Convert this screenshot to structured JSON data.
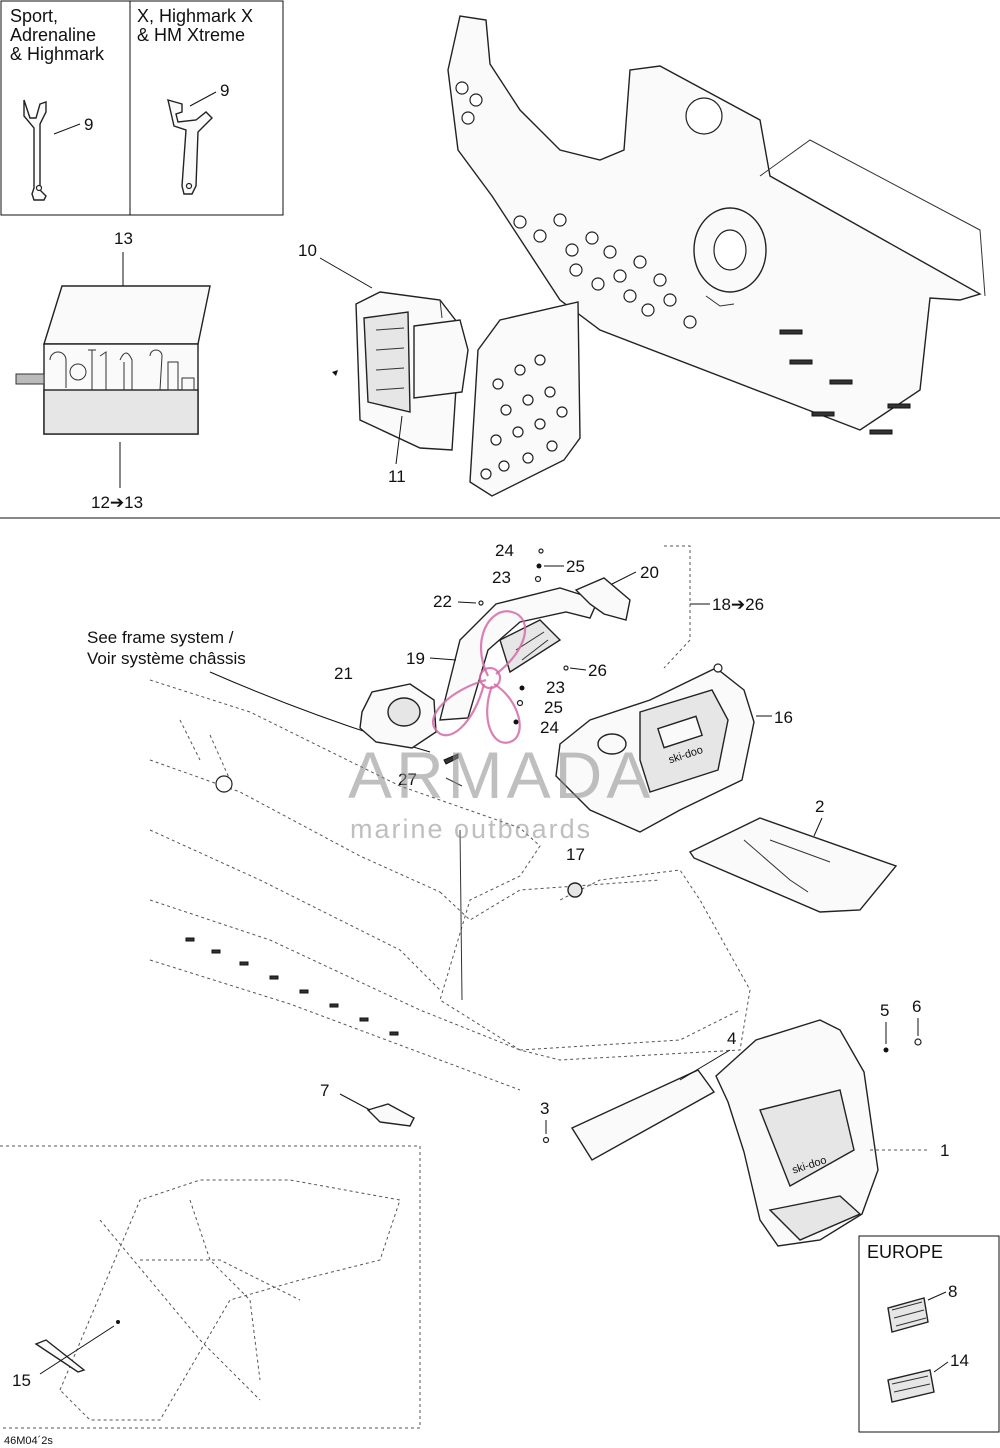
{
  "inset_top_left": {
    "col1_title": [
      "Sport,",
      "Adrenaline",
      "& Highmark"
    ],
    "col2_title": [
      "X, Highmark X",
      "& HM Xtreme"
    ],
    "col1_callout": "9",
    "col2_callout": "9"
  },
  "toolkit": {
    "callout_top": "13",
    "callout_bottom": "12➔13"
  },
  "upper_assembly": {
    "callout_10": "10",
    "callout_11": "11"
  },
  "lower_assembly": {
    "frame_note": [
      "See frame system /",
      "Voir système châssis"
    ],
    "callouts": {
      "c24a": "24",
      "c25a": "25",
      "c20": "20",
      "c23a": "23",
      "c22": "22",
      "c18_26": "18➔26",
      "c19": "19",
      "c26": "26",
      "c21": "21",
      "c23b": "23",
      "c25b": "25",
      "c24b": "24",
      "c16": "16",
      "c27": "27",
      "c2": "2",
      "c17": "17",
      "c5": "5",
      "c6": "6",
      "c4": "4",
      "c7": "7",
      "c3": "3",
      "c1": "1"
    }
  },
  "inset_bottom_left": {
    "callout_15": "15"
  },
  "inset_europe": {
    "title": "EUROPE",
    "callout_8": "8",
    "callout_14": "14"
  },
  "watermark": {
    "brand": "ARMADA",
    "tagline": "marine outboards",
    "accent_color": "#d46aa8"
  },
  "figure_code": "46M04´2s"
}
